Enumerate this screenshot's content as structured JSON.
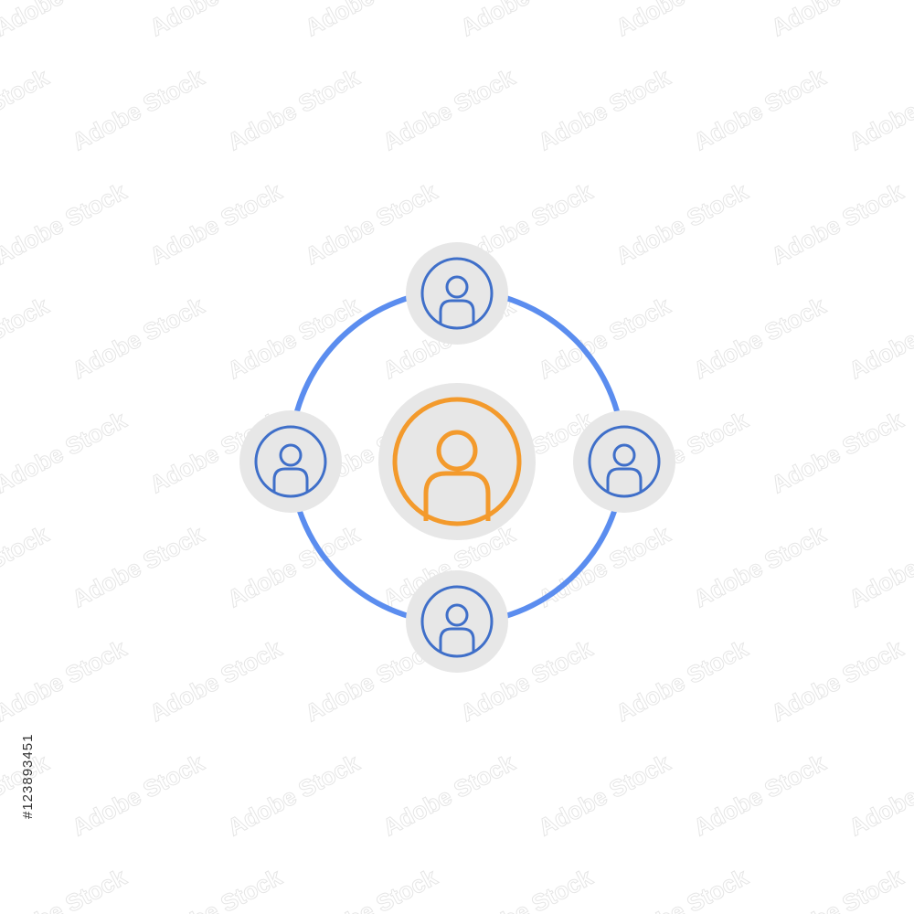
{
  "watermark": {
    "text": "Adobe Stock",
    "color": "#e6e6e6"
  },
  "stock_id": {
    "text": "#123893451"
  },
  "diagram": {
    "ring_color": "#5b8def",
    "badge_fill": "#e7e7e7",
    "center": {
      "icon": "user-icon",
      "color": "#f39a2c"
    },
    "satellites": [
      {
        "name": "satellite-top",
        "icon": "user-icon",
        "color": "#3f6fc9"
      },
      {
        "name": "satellite-right",
        "icon": "user-icon",
        "color": "#3f6fc9"
      },
      {
        "name": "satellite-bottom",
        "icon": "user-icon",
        "color": "#3f6fc9"
      },
      {
        "name": "satellite-left",
        "icon": "user-icon",
        "color": "#3f6fc9"
      }
    ]
  }
}
